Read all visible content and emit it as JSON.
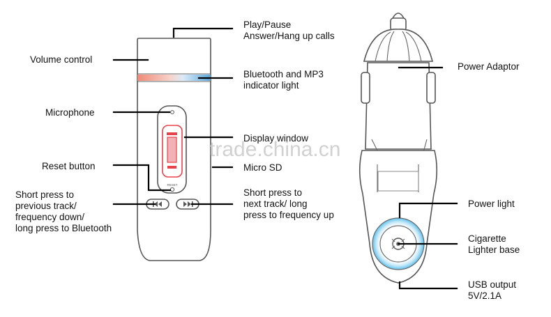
{
  "left_device": {
    "labels": {
      "play_pause": [
        "Play/Pause",
        "Answer/Hang up calls"
      ],
      "volume": [
        "Volume control"
      ],
      "indicator": [
        "Bluetooth and MP3",
        "indicator light"
      ],
      "microphone": [
        "Microphone"
      ],
      "display": [
        "Display window"
      ],
      "reset": [
        "Reset button"
      ],
      "micro_sd": [
        "Micro SD"
      ],
      "prev": [
        "Short press to",
        "previous track/",
        "frequency down/",
        "long press to Bluetooth"
      ],
      "next": [
        "Short press to",
        "next track/ long",
        "press to frequency up"
      ]
    },
    "reset_tag": "RESET",
    "prev_icon": "rewind-icon",
    "next_icon": "fast-forward-icon"
  },
  "right_device": {
    "labels": {
      "power_adaptor": [
        "Power Adaptor"
      ],
      "power_light": [
        "Power light"
      ],
      "cigarette": [
        "Cigarette",
        "Lighter base"
      ],
      "usb": [
        "USB output",
        "5V/2.1A"
      ]
    }
  },
  "watermark": "trade.china.cn",
  "colors": {
    "indicator_red": "#f08a76",
    "indicator_blue": "#5aa9de",
    "display_red": "#e8434a",
    "power_ring_blue": "#5fc0ec"
  }
}
